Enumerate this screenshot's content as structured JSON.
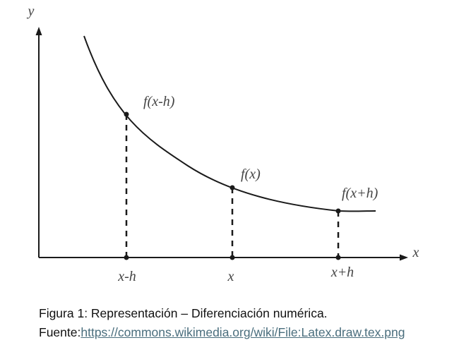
{
  "diagram": {
    "axes": {
      "x_label": "x",
      "y_label": "y"
    },
    "points": [
      {
        "id": "left",
        "x_tick": "x-h",
        "value_label": "f(x-h)"
      },
      {
        "id": "center",
        "x_tick": "x",
        "value_label": "f(x)"
      },
      {
        "id": "right",
        "x_tick": "x+h",
        "value_label": "f(x+h)"
      }
    ],
    "colors": {
      "curve": "#1a1a1a",
      "axes": "#1a1a1a",
      "labels": "#444444"
    }
  },
  "caption": {
    "title": "Figura 1: Representación – Diferenciación numérica.",
    "source_prefix": "Fuente:",
    "source_url": "https://commons.wikimedia.org/wiki/File:Latex.draw.tex.png"
  }
}
